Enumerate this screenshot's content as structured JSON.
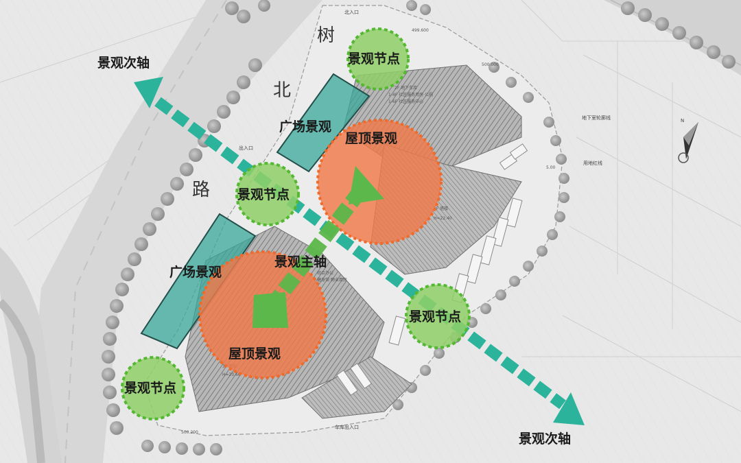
{
  "colors": {
    "background": "#e9e9e9",
    "road": "#d6d6d6",
    "building_hatch": "#8a8a8a",
    "plaza_teal": "#3aa89a",
    "rooftop_orange": "#f0794a",
    "node_green": "#7ec85a",
    "axis_teal": "#2bb39c",
    "main_axis_green": "#5cb84a"
  },
  "road_name": [
    "树",
    "北",
    "路"
  ],
  "labels": {
    "secondary_axis_top": "景观次轴",
    "secondary_axis_bottom": "景观次轴",
    "main_axis": "景观主轴",
    "node_top": "景观节点",
    "node_mid": "景观节点",
    "node_right": "景观节点",
    "node_bottom_left": "景观节点",
    "plaza_top": "广场景观",
    "plaza_left": "广场景观",
    "roof_top": "屋顶景观",
    "roof_bottom": "屋顶景观"
  },
  "plan_notes": {
    "north_entrance": "北入口",
    "west_entrance": "出入口",
    "garage_entrance": "车库出入口",
    "underground_line": "地下室轮廓线",
    "land_line": "用地红线",
    "elevation_top": "499.600",
    "elevation_mid": "500.000",
    "elevation_bottom": "500.200",
    "setback": "5.00",
    "north_block_1": "2F 地下车库",
    "north_block_2": "1-4F 社区服务用房·公厕",
    "north_block_3": "1-6F 社区服务中心",
    "east_block": "8F 塔楼",
    "east_block_h": "H=22.40",
    "south_block_1": "3F 商业",
    "south_block_2": "H=20.60",
    "office_1": "综合办公",
    "office_2": "健身馆·物业用房"
  },
  "compass_letter": "N"
}
